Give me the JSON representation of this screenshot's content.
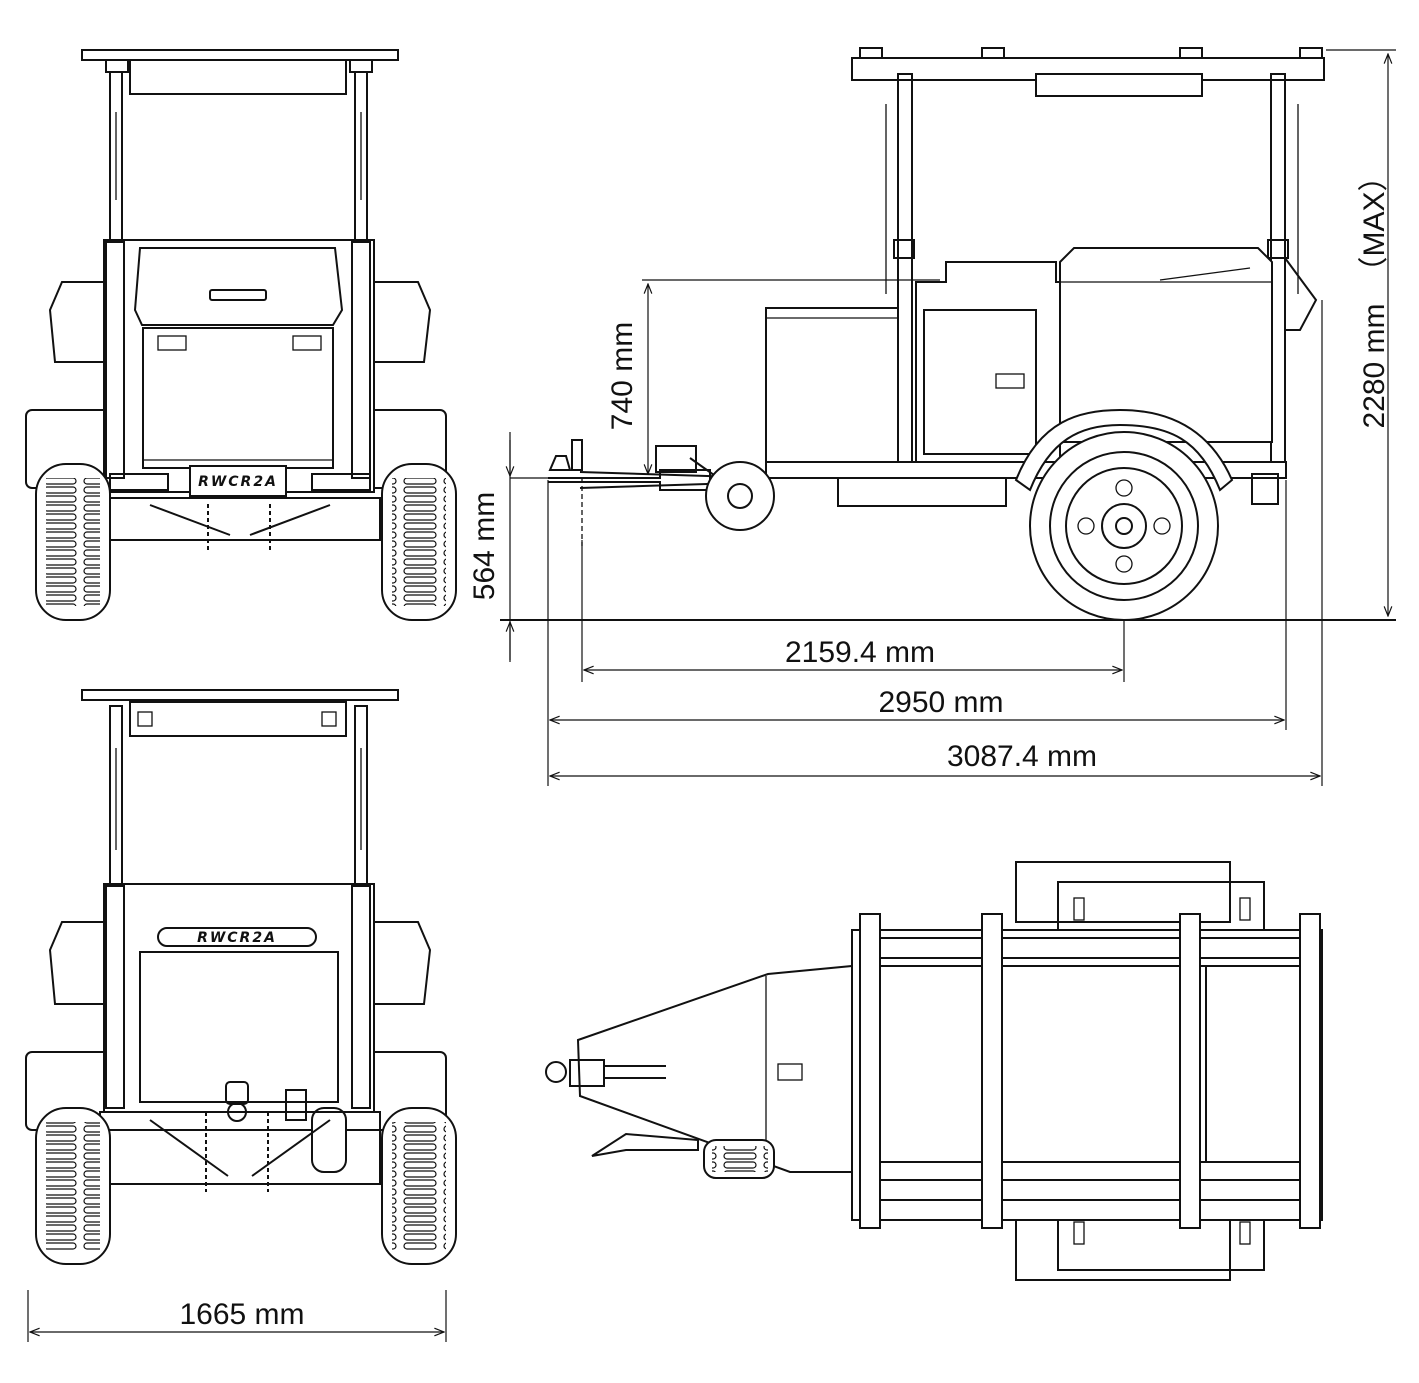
{
  "brand": {
    "badge_front": "RWCR2A",
    "badge_rear": "RWCR2A"
  },
  "dimensions": {
    "width": "1665 mm",
    "height_max_value": "2280 mm",
    "height_max_note": "（MAX）",
    "box_height": "740 mm",
    "hitch_height": "564 mm",
    "hitch_to_axle": "2159.4 mm",
    "body_length": "2950 mm",
    "overall_length": "3087.4 mm"
  },
  "colors": {
    "line": "#111111",
    "background": "#ffffff"
  }
}
